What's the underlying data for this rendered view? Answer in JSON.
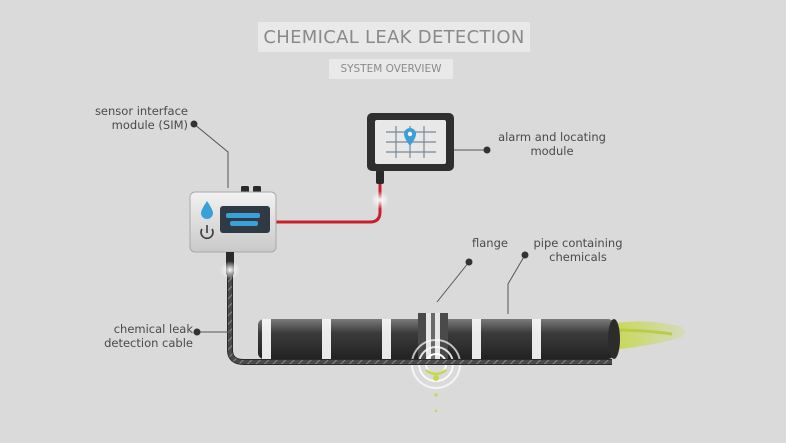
{
  "title": "CHEMICAL LEAK DETECTION",
  "subtitle": "SYSTEM OVERVIEW",
  "labels": {
    "sim": "sensor interface\nmodule (SIM)",
    "alarm": "alarm and locating\nmodule",
    "flange": "flange",
    "pipe": "pipe containing\nchemicals",
    "cable": "chemical leak\ndetection cable"
  },
  "colors": {
    "background": "#dadada",
    "signal_cable": "#c8202b",
    "leak_fluid": "#c6d94a",
    "module_accent": "#3aa0d8",
    "detection_cable": "#3a3a3a"
  },
  "icons": {
    "sim_drop": "water-drop-icon",
    "sim_power": "power-icon",
    "alarm_pin": "location-pin-icon"
  }
}
